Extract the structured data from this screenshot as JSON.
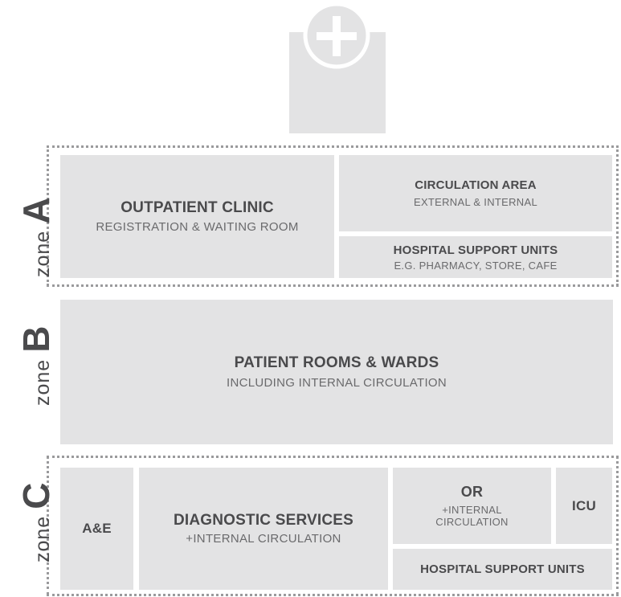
{
  "zones": {
    "a": {
      "word": "zone",
      "letter": "A"
    },
    "b": {
      "word": "zone",
      "letter": "B"
    },
    "c": {
      "word": "zone",
      "letter": "C"
    }
  },
  "blocks": {
    "outpatient": {
      "title": "OUTPATIENT CLINIC",
      "subtitle": "REGISTRATION & WAITING ROOM"
    },
    "circulation": {
      "title": "CIRCULATION AREA",
      "subtitle": "EXTERNAL & INTERNAL"
    },
    "support_a": {
      "title": "HOSPITAL SUPPORT UNITS",
      "subtitle": "E.G. PHARMACY, STORE, CAFE"
    },
    "patient": {
      "title": "PATIENT ROOMS & WARDS",
      "subtitle": "INCLUDING INTERNAL CIRCULATION"
    },
    "ae": {
      "title": "A&E"
    },
    "diagnostic": {
      "title": "DIAGNOSTIC SERVICES",
      "subtitle": "+INTERNAL CIRCULATION"
    },
    "or": {
      "title": "OR",
      "subtitle_line1": "+INTERNAL",
      "subtitle_line2": "CIRCULATION"
    },
    "icu": {
      "title": "ICU"
    },
    "support_c": {
      "title": "HOSPITAL SUPPORT UNITS"
    }
  },
  "icon": {
    "name": "hospital-cross-icon",
    "color": "#e3e3e4"
  },
  "colors": {
    "block": "#e3e3e4",
    "text": "#4a4a4c",
    "dots": "#9a9a9c"
  }
}
